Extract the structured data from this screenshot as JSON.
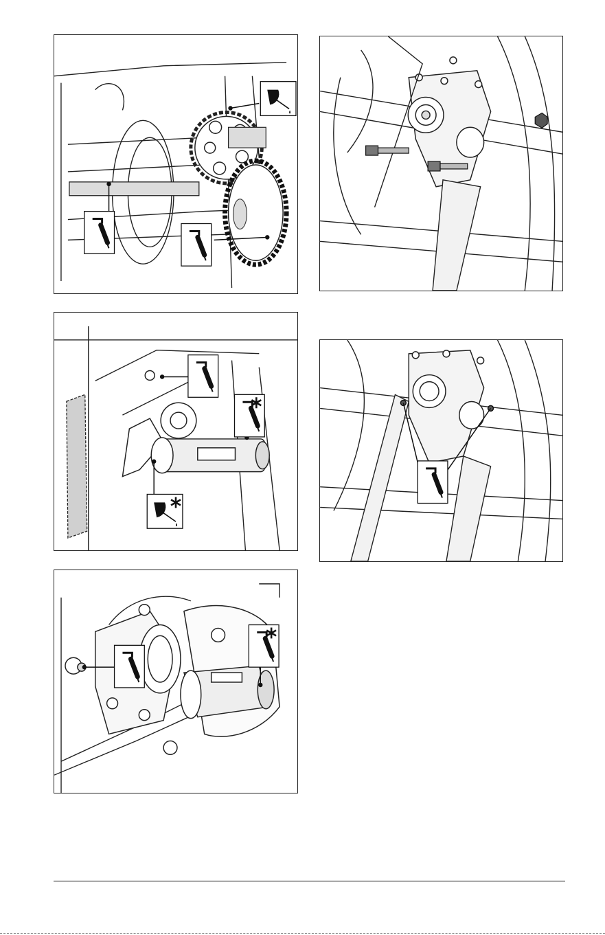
{
  "document": {
    "type": "service-manual-illustration-page",
    "panels": [
      {
        "id": "fig-1",
        "subject": "chain-sprocket-and-gear-lubrication",
        "icons": [
          "oil-can-icon",
          "grease-gun-icon",
          "grease-gun-icon"
        ]
      },
      {
        "id": "fig-2",
        "subject": "auger-gearbox-shear-bolts",
        "icons": []
      },
      {
        "id": "fig-3",
        "subject": "shaft-and-fitting-lubrication",
        "icons": [
          "grease-gun-icon",
          "grease-gun-asterisk-icon",
          "oil-can-asterisk-icon"
        ]
      },
      {
        "id": "fig-4",
        "subject": "auger-shaft-grease-fittings",
        "icons": [
          "grease-gun-icon"
        ]
      },
      {
        "id": "fig-5",
        "subject": "drive-shaft-lubrication",
        "icons": [
          "grease-gun-icon",
          "grease-gun-asterisk-icon"
        ]
      }
    ],
    "colors": {
      "line": "#222222",
      "shade": "#dcdcdc",
      "frame": "#222222",
      "icon": "#111111"
    }
  }
}
